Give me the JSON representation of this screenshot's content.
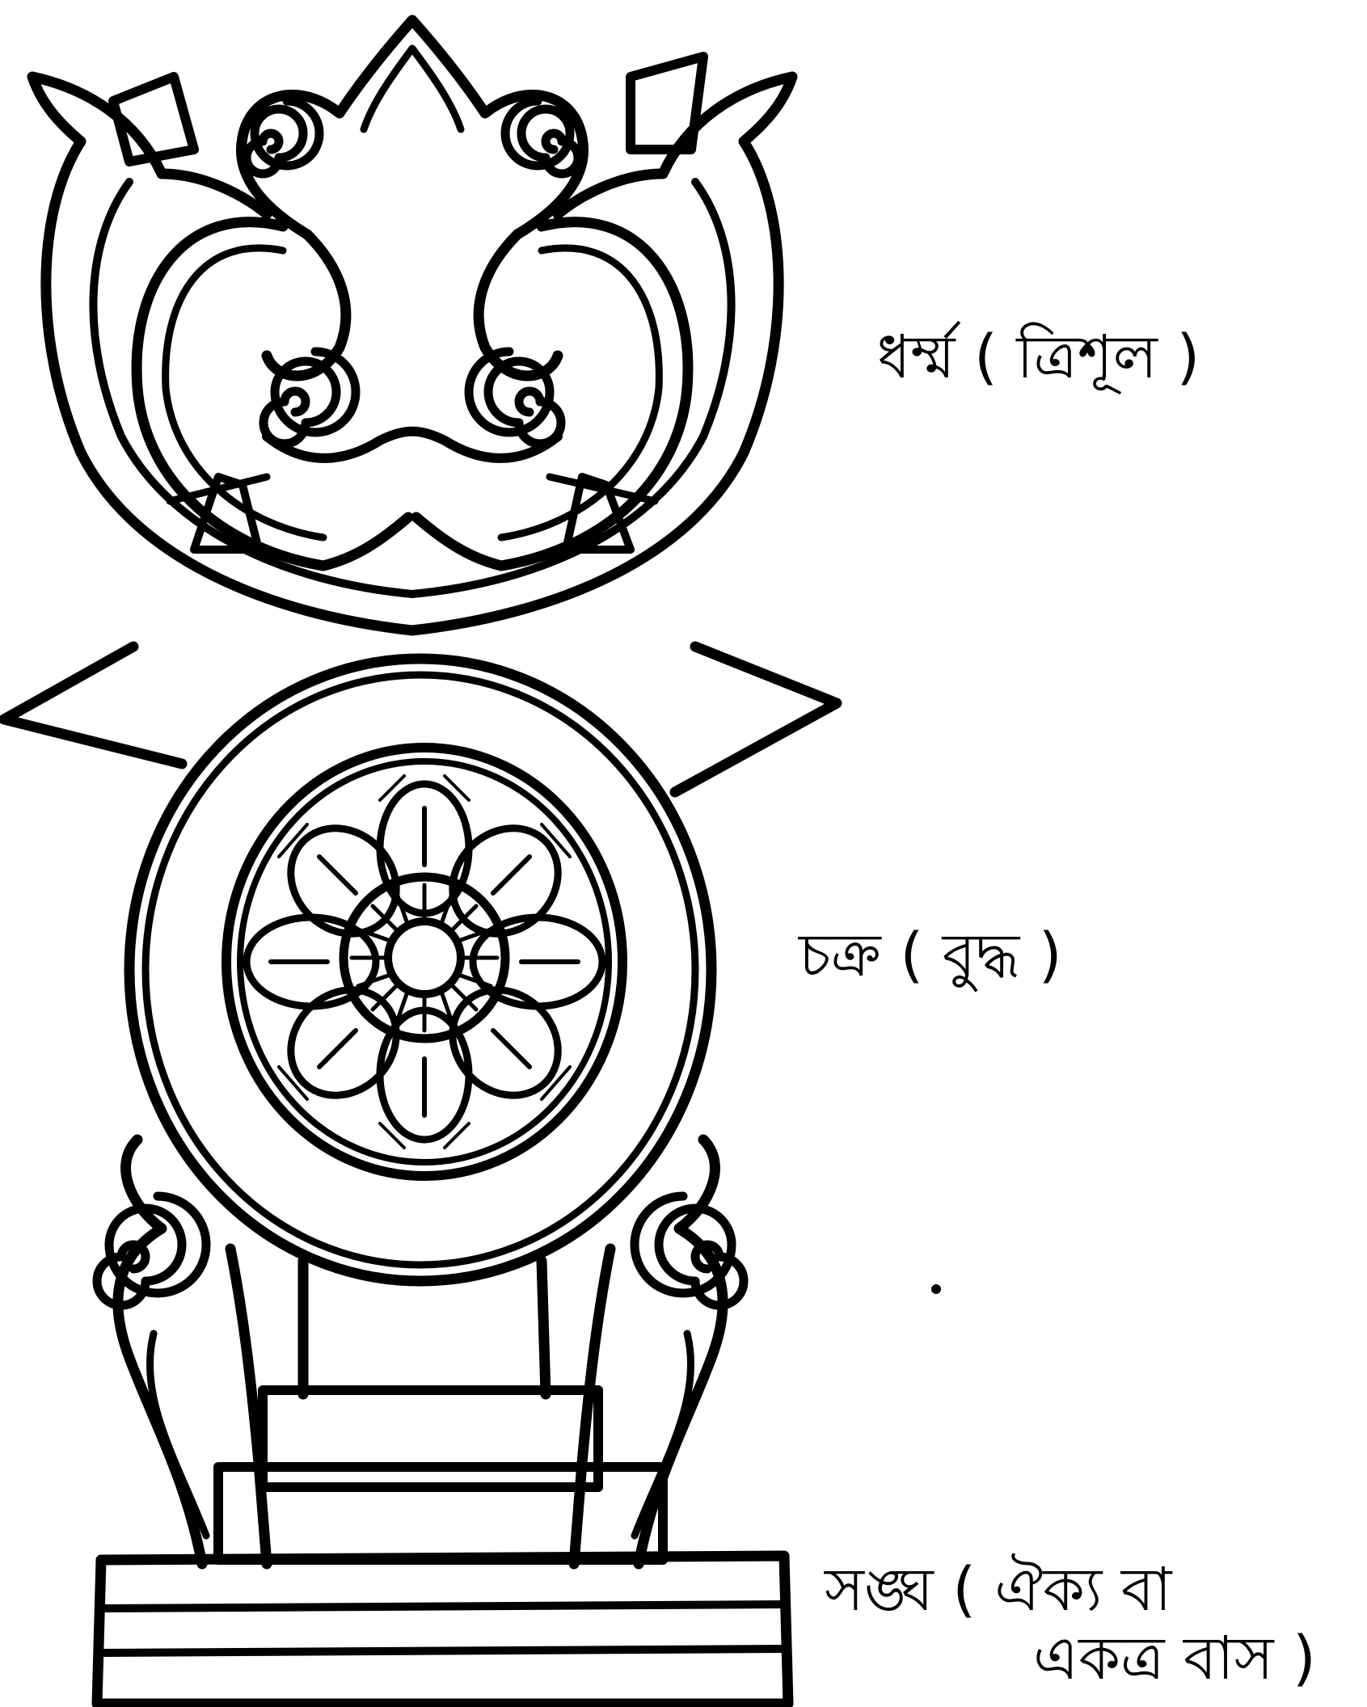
{
  "labels": {
    "dharma": "ধৰ্ম্ম ( ত্রিশূল )",
    "chakra": "চক্র ( বুদ্ধ )",
    "sangha_line1": "সঙ্ঘ ( ঐক্য বা",
    "sangha_line2": "একত্র বাস )"
  },
  "colors": {
    "ink": "#000000",
    "paper": "#ffffff"
  }
}
